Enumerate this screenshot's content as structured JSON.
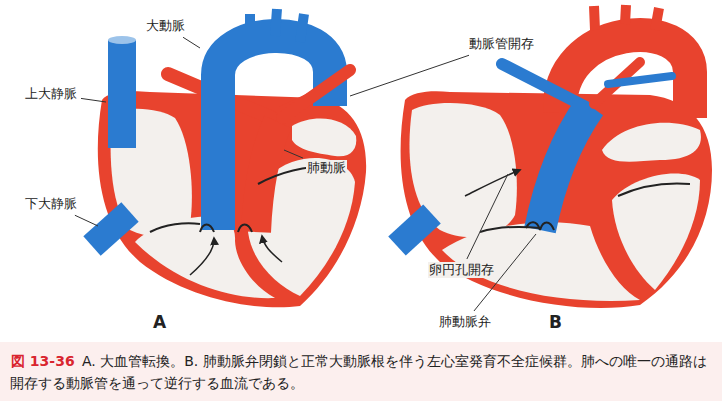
{
  "diagram": {
    "caption": "A. 大血管転換。B. 肺動脈弁閉鎖と正常大動脈根を伴う左心室発育不全症候群。肺への唯一の通路は開存する動脈管を通って逆行する血流である。",
    "labels": [
      "大動脈",
      "上大静脈",
      "肺動脈",
      "下大静脈",
      "動脈管開存",
      "卵円孔開存",
      "肺動脈弁",
      "A",
      "B",
      "図 13-36"
    ]
  }
}
